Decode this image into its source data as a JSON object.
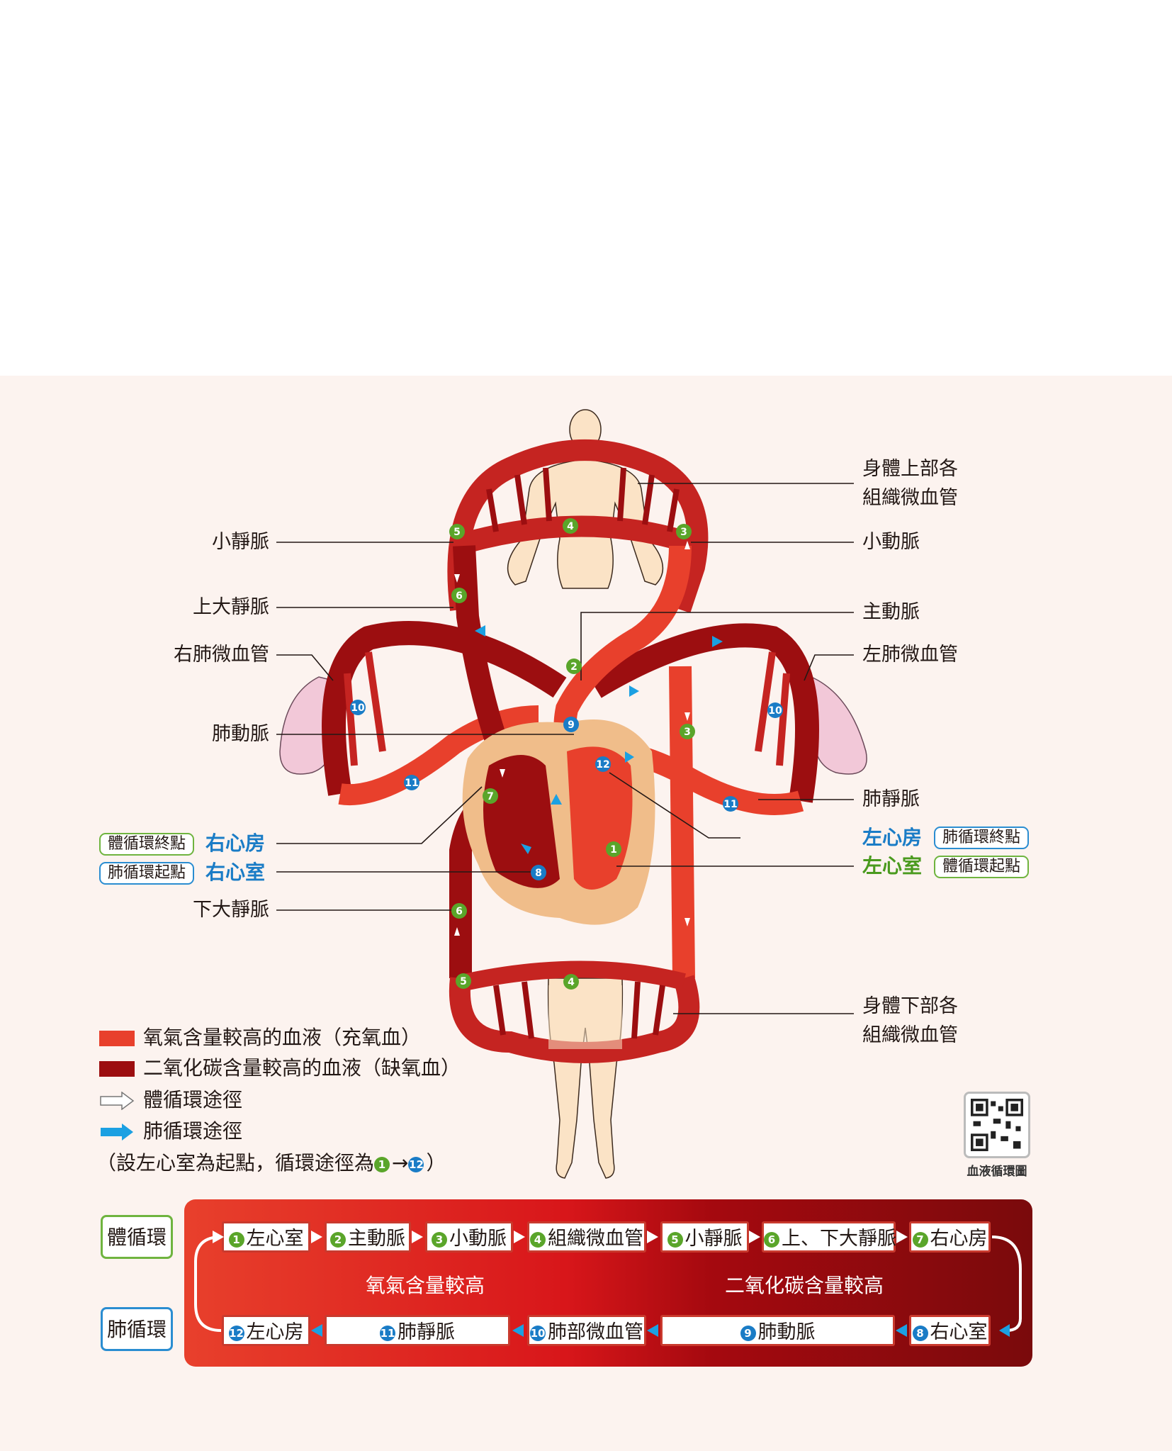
{
  "labels": {
    "upper_capillary_1": "身體上部各",
    "upper_capillary_2": "組織微血管",
    "small_vein": "小靜脈",
    "small_artery": "小動脈",
    "superior_vena_cava": "上大靜脈",
    "aorta": "主動脈",
    "right_lung_capillary": "右肺微血管",
    "left_lung_capillary": "左肺微血管",
    "pulmonary_artery": "肺動脈",
    "pulmonary_vein": "肺靜脈",
    "inferior_vena_cava": "下大靜脈",
    "lower_capillary_1": "身體下部各",
    "lower_capillary_2": "組織微血管"
  },
  "chambers": {
    "right_atrium": "右心房",
    "right_ventricle": "右心室",
    "left_atrium": "左心房",
    "left_ventricle": "左心室",
    "tag_systemic_end": "體循環終點",
    "tag_pulmonary_start": "肺循環起點",
    "tag_pulmonary_end": "肺循環終點",
    "tag_systemic_start": "體循環起點"
  },
  "legend": {
    "oxygen_rich": "氧氣含量較高的血液（充氧血）",
    "co2_rich": "二氧化碳含量較高的血液（缺氧血）",
    "systemic_path": "體循環途徑",
    "pulmonary_path": "肺循環途徑",
    "note_prefix": "（設左心室為起點，循環途徑為",
    "note_arrow": "→",
    "note_suffix": "）"
  },
  "qr": {
    "caption": "血液循環圖"
  },
  "flow": {
    "systemic_label": "體循環",
    "pulmonary_label": "肺循環",
    "oxygen_high": "氧氣含量較高",
    "co2_high": "二氧化碳含量較高",
    "systemic_steps": [
      {
        "n": "1",
        "text": "左心室"
      },
      {
        "n": "2",
        "text": "主動脈"
      },
      {
        "n": "3",
        "text": "小動脈"
      },
      {
        "n": "4",
        "text": "組織微血管"
      },
      {
        "n": "5",
        "text": "小靜脈"
      },
      {
        "n": "6",
        "text": "上、下大靜脈"
      },
      {
        "n": "7",
        "text": "右心房"
      }
    ],
    "pulmonary_steps": [
      {
        "n": "12",
        "text": "左心房"
      },
      {
        "n": "11",
        "text": "肺靜脈"
      },
      {
        "n": "10",
        "text": "肺部微血管"
      },
      {
        "n": "9",
        "text": "肺動脈"
      },
      {
        "n": "8",
        "text": "右心室"
      }
    ]
  },
  "colors": {
    "oxygen_rich": "#e8402c",
    "co2_rich": "#9c0e10",
    "pulmonary_arrow": "#1ba0e2",
    "systemic_marker": "#5aa52a",
    "pulmonary_marker": "#1a7cc6",
    "panel_bg": "#fcf3ef"
  }
}
